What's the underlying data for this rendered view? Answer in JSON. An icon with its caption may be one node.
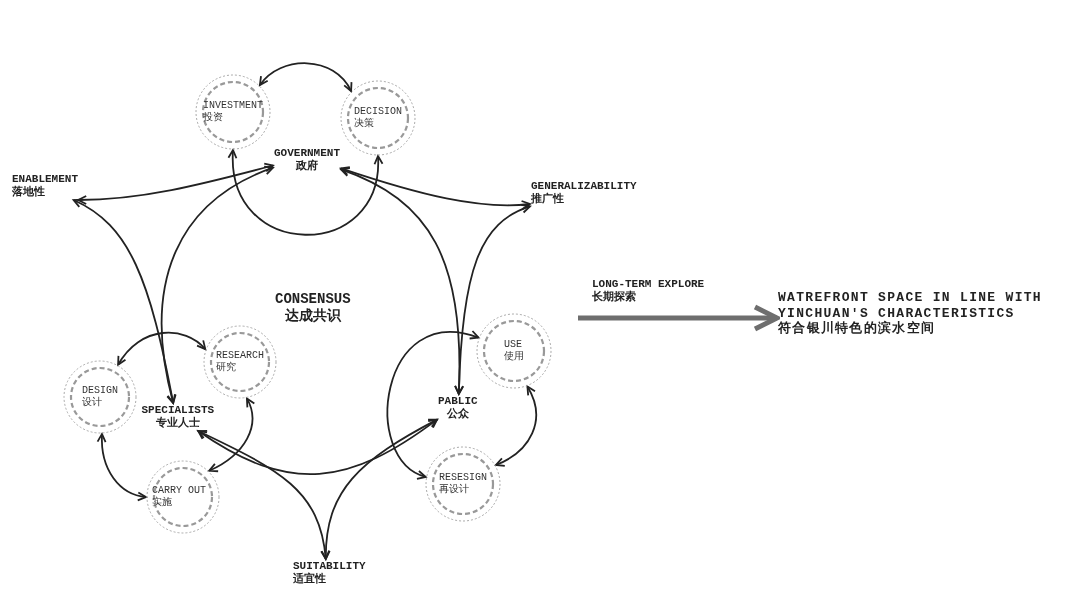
{
  "diagram": {
    "nodes": [
      {
        "text": [
          "INVESTMENT 投资"
        ]
      },
      {
        "text": [
          "DECISION 决策"
        ]
      },
      {
        "text": [
          "GOVERNMENT 政府"
        ]
      },
      {
        "text": [
          "ENABLEMENT 落地性"
        ]
      },
      {
        "text": [
          "GENERALIZABILITY 推广性"
        ]
      },
      {
        "text": [
          "USE 使用"
        ]
      },
      {
        "text": [
          "RESEARCH 研究"
        ]
      },
      {
        "text": [
          "DESIGN 设计"
        ]
      },
      {
        "text": [
          "SPECIALISTS 专业人士"
        ]
      },
      {
        "text": [
          "PABLIC 公众"
        ]
      },
      {
        "text": [
          "CARRY OUT 实施"
        ]
      },
      {
        "text": [
          "RESESIGN 再设计"
        ]
      },
      {
        "text": [
          "SUITABILITY 适宜性"
        ]
      },
      {
        "text": [
          "WATREFRONT SPACE IN LINE WITH YINCHUAN'S CHARACTERISTICS 符合银川特色的滨水空间"
        ]
      }
    ],
    "edges": [
      {
        "from": 0,
        "to": 1,
        "arrow": "both"
      },
      {
        "from": 0,
        "to": 1,
        "arrow": "both"
      },
      {
        "from": 2,
        "to": 3,
        "arrow": "both"
      },
      {
        "from": 3,
        "to": 8,
        "arrow": "both"
      },
      {
        "from": 2,
        "to": 8,
        "arrow": "both"
      },
      {
        "from": 2,
        "to": 4,
        "arrow": "both"
      },
      {
        "from": 4,
        "to": 9,
        "arrow": "both"
      },
      {
        "from": 2,
        "to": 9,
        "arrow": "both"
      },
      {
        "from": 8,
        "to": 12,
        "arrow": "both"
      },
      {
        "from": 12,
        "to": 9,
        "arrow": "both"
      },
      {
        "from": 8,
        "to": 9,
        "arrow": "both"
      },
      {
        "from": 7,
        "to": 6,
        "arrow": "both"
      },
      {
        "from": 6,
        "to": 10,
        "arrow": "both"
      },
      {
        "from": 7,
        "to": 10,
        "arrow": "both"
      },
      {
        "from": 5,
        "to": 11,
        "arrow": "both"
      },
      {
        "from": 5,
        "to": 11,
        "arrow": "both"
      },
      {
        "from": null,
        "to": 13,
        "arrow": "to",
        "label": "LONG-TERM EXPLORE 长期探索",
        "style": "thick",
        "color": "#6e6e6e"
      }
    ],
    "labels": [
      "CONSENSUS 达成共识"
    ]
  }
}
